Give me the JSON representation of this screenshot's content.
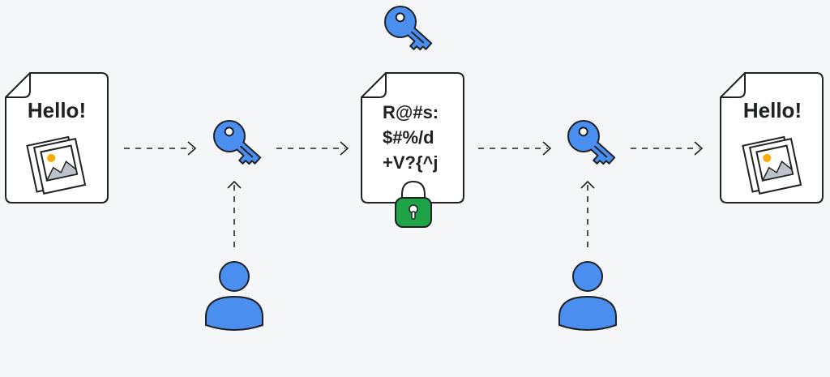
{
  "colors": {
    "background": "#f5f6f8",
    "key": "#4a8ff0",
    "person": "#4a8ff0",
    "lock": "#1ea446",
    "outline": "#202124",
    "photo_sun": "#f9ab00",
    "photo_mountain": "#bdc1c9"
  },
  "plain_document_left": {
    "title": "Hello!",
    "icon": "image-stack-icon"
  },
  "encrypted_document": {
    "lines": [
      "R@#s:",
      "$#%/d",
      "+V?{^j"
    ],
    "icon": "padlock-icon"
  },
  "plain_document_right": {
    "title": "Hello!",
    "icon": "image-stack-icon"
  },
  "icons": [
    "key-icon",
    "person-icon",
    "arrow-right-icon",
    "arrow-up-icon"
  ]
}
